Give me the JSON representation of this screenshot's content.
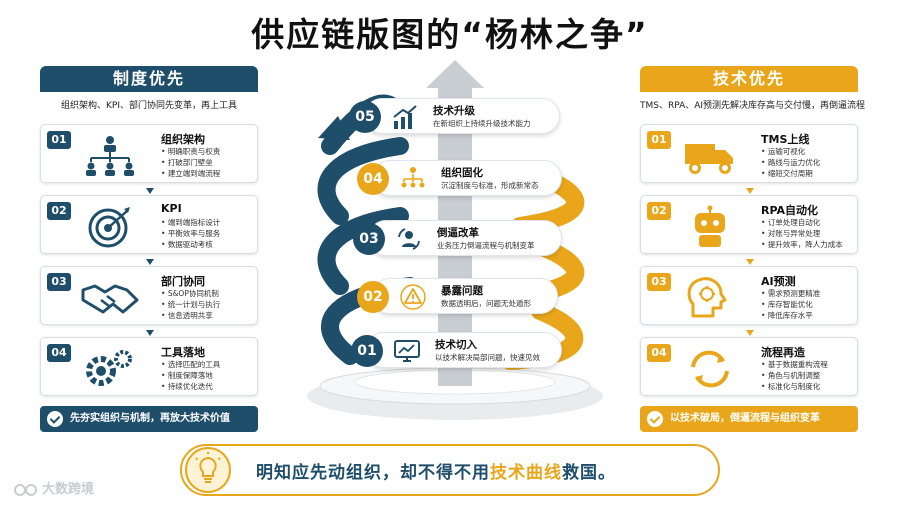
{
  "title": "供应链版图的“杨林之争”",
  "colors": {
    "navy": "#1f4e6b",
    "gold": "#e9a61a"
  },
  "left": {
    "header": "制度优先",
    "subtitle": "组织架构、KPI、部门协同先变革，再上工具",
    "cards": [
      {
        "num": "01",
        "title": "组织架构",
        "icon": "org-chart-icon",
        "items": [
          "明确职责与权责",
          "打破部门壁垒",
          "建立端到端流程"
        ]
      },
      {
        "num": "02",
        "title": "KPI",
        "icon": "target-icon",
        "items": [
          "端到端指标设计",
          "平衡效率与服务",
          "数据驱动考核"
        ]
      },
      {
        "num": "03",
        "title": "部门协同",
        "icon": "handshake-icon",
        "items": [
          "S&OP协同机制",
          "统一计划与执行",
          "信息透明共享"
        ]
      },
      {
        "num": "04",
        "title": "工具落地",
        "icon": "gears-icon",
        "items": [
          "选择匹配的工具",
          "制度保障落地",
          "持续优化迭代"
        ]
      }
    ],
    "footer": "先夯实组织与机制，再放大技术价值"
  },
  "right": {
    "header": "技术优先",
    "subtitle": "TMS、RPA、AI预测先解决库存高与交付慢，再倒逼流程",
    "cards": [
      {
        "num": "01",
        "title": "TMS上线",
        "icon": "truck-icon",
        "items": [
          "运输可视化",
          "路线与运力优化",
          "缩短交付周期"
        ]
      },
      {
        "num": "02",
        "title": "RPA自动化",
        "icon": "robot-icon",
        "items": [
          "订单处理自动化",
          "对账与异常处理",
          "提升效率，降人力成本"
        ]
      },
      {
        "num": "03",
        "title": "AI预测",
        "icon": "ai-brain-icon",
        "items": [
          "需求预测更精准",
          "库存智能优化",
          "降低库存水平"
        ]
      },
      {
        "num": "04",
        "title": "流程再造",
        "icon": "refresh-icon",
        "items": [
          "基于数据重构流程",
          "角色与机制调整",
          "标准化与制度化"
        ]
      }
    ],
    "footer": "以技术破局，倒逼流程与组织变革"
  },
  "stages": [
    {
      "num": "05",
      "title": "技术升级",
      "desc": "在新组织上持续升级技术能力",
      "icon": "growth-chart-icon"
    },
    {
      "num": "04",
      "title": "组织固化",
      "desc": "沉淀制度与标准，形成新常态",
      "icon": "org-chart-icon"
    },
    {
      "num": "03",
      "title": "倒逼改革",
      "desc": "业务压力倒逼流程与机制变革",
      "icon": "people-cycle-icon"
    },
    {
      "num": "02",
      "title": "暴露问题",
      "desc": "数据透明后，问题无处遁形",
      "icon": "warning-icon"
    },
    {
      "num": "01",
      "title": "技术切入",
      "desc": "以技术解决局部问题，快速见效",
      "icon": "monitor-icon"
    }
  ],
  "banner": {
    "text_before": "明知应先动组织，却不得不用",
    "highlight": "技术曲线",
    "text_after": "救国。"
  },
  "watermark": "大数跨境"
}
